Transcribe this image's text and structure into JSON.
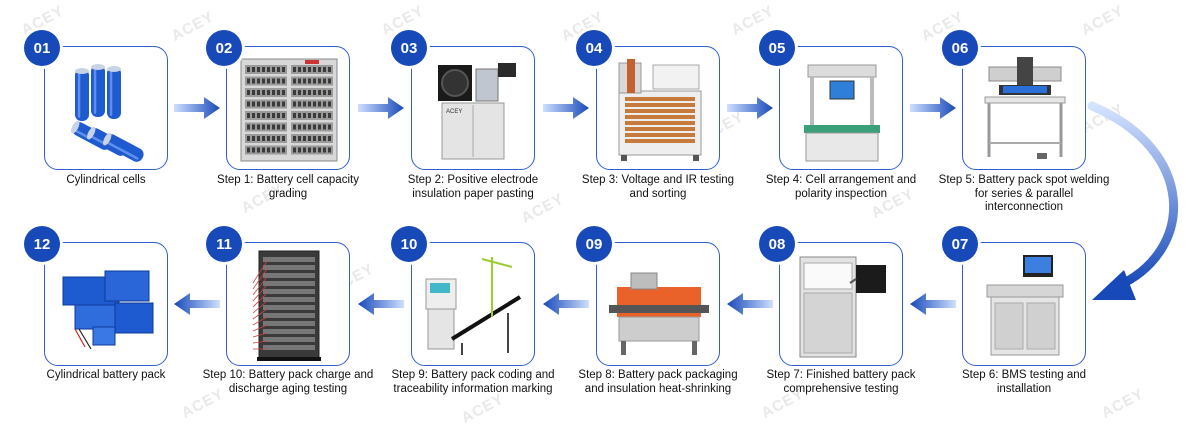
{
  "watermark": "ACEY",
  "accent": "#1749b8",
  "steps": [
    {
      "num": "01",
      "caption": "Cylindrical cells",
      "icon": "cylindrical-cells"
    },
    {
      "num": "02",
      "caption": "Step 1: Battery cell capacity grading",
      "icon": "capacity-grading-cabinet"
    },
    {
      "num": "03",
      "caption": "Step 2: Positive electrode insulation paper pasting",
      "icon": "paper-pasting-machine"
    },
    {
      "num": "04",
      "caption": "Step 3: Voltage and IR testing and sorting",
      "icon": "sorting-machine"
    },
    {
      "num": "05",
      "caption": "Step 4: Cell arrangement and polarity inspection",
      "icon": "inspection-station"
    },
    {
      "num": "06",
      "caption": "Step 5: Battery pack spot welding for series & parallel interconnection",
      "icon": "spot-welder"
    },
    {
      "num": "07",
      "caption": "Step 6: BMS testing and installation",
      "icon": "bms-test-bench"
    },
    {
      "num": "08",
      "caption": "Step 7: Finished battery pack comprehensive testing",
      "icon": "pack-tester"
    },
    {
      "num": "09",
      "caption": "Step 8: Battery pack packaging and insulation heat-shrinking",
      "icon": "heat-shrink-tunnel"
    },
    {
      "num": "10",
      "caption": "Step 9: Battery pack coding and traceability information marking",
      "icon": "coding-printer"
    },
    {
      "num": "11",
      "caption": "Step 10: Battery pack charge and discharge aging testing",
      "icon": "aging-cabinet"
    },
    {
      "num": "12",
      "caption": "Cylindrical battery pack",
      "icon": "battery-packs"
    }
  ]
}
